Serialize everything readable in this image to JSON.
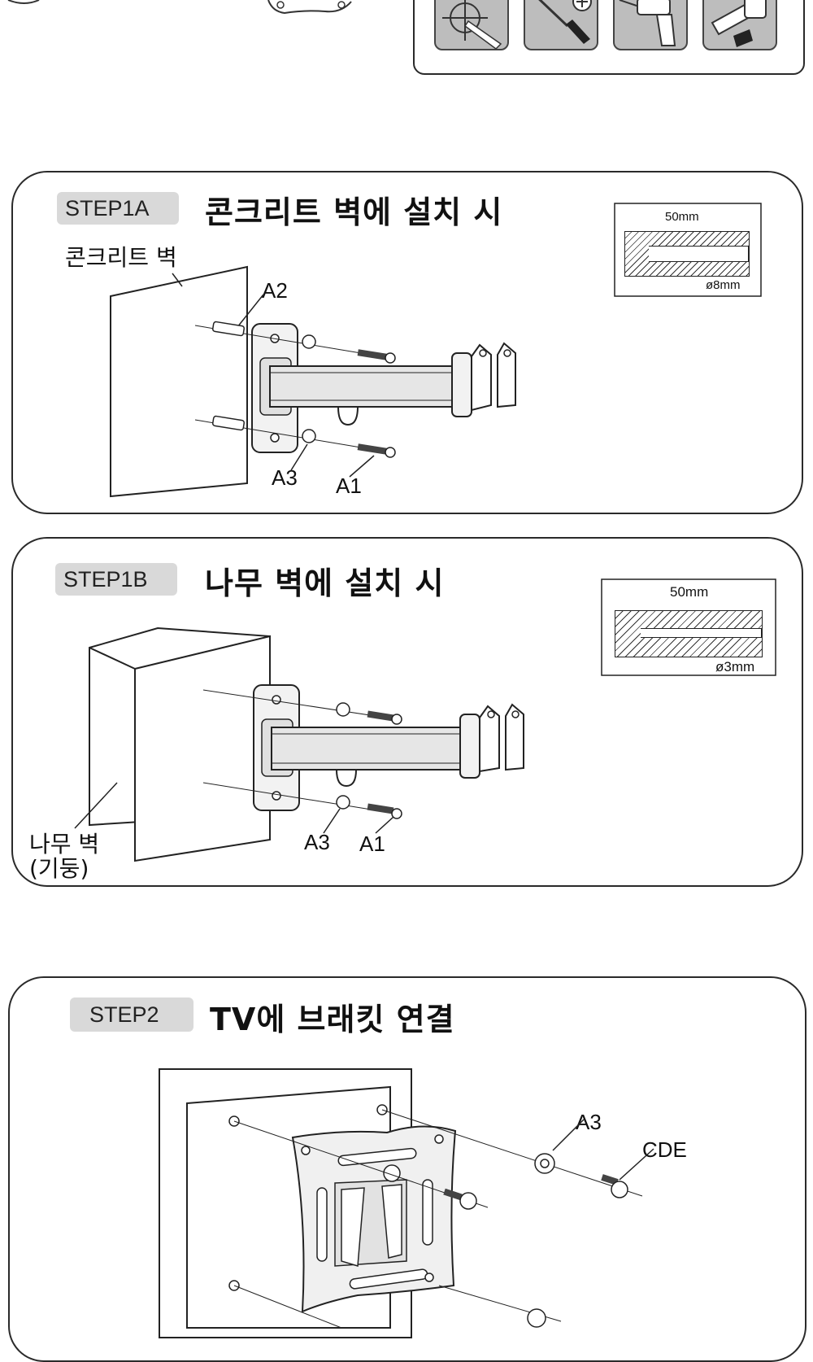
{
  "tools": [
    {
      "icon": "pencil-mark-icon"
    },
    {
      "icon": "screwdriver-icon"
    },
    {
      "icon": "drill-icon"
    },
    {
      "icon": "tape-measure-icon"
    }
  ],
  "step1a": {
    "badge": "STEP1A",
    "title": "콘크리트 벽에 설치 시",
    "wall_label": "콘크리트 벽",
    "part_a2": "A2",
    "part_a3": "A3",
    "part_a1": "A1",
    "depth": "50mm",
    "diameter": "ø8mm"
  },
  "step1b": {
    "badge": "STEP1B",
    "title": "나무 벽에 설치 시",
    "wall_label_line1": "나무 벽",
    "wall_label_line2": "(기둥)",
    "part_a3": "A3",
    "part_a1": "A1",
    "depth": "50mm",
    "diameter": "ø3mm"
  },
  "step2": {
    "badge": "STEP2",
    "title": "TV에 브래킷 연결",
    "part_a3": "A3",
    "part_cde": "CDE"
  }
}
